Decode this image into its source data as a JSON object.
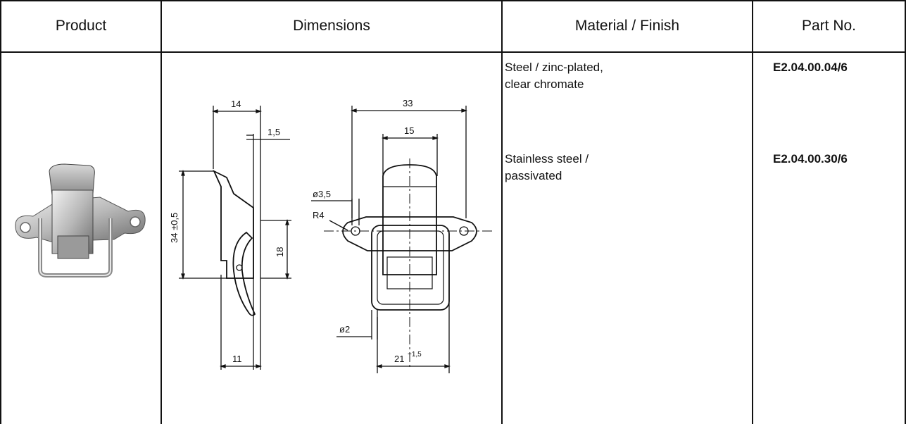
{
  "headers": {
    "product": "Product",
    "dimensions": "Dimensions",
    "material": "Material / Finish",
    "part_no": "Part No."
  },
  "rows": [
    {
      "material_lines": [
        "Steel / zinc-plated,",
        "clear chromate"
      ],
      "part_no": "E2.04.00.04/6"
    },
    {
      "material_lines": [
        "Stainless steel /",
        "passivated"
      ],
      "part_no": "E2.04.00.30/6"
    }
  ],
  "dimensions": {
    "side_top_width": "14",
    "side_thickness": "1,5",
    "side_height": "34 ±0,5",
    "side_hook_height": "18",
    "side_bottom_width": "11",
    "front_total_width": "33",
    "front_inner_width": "15",
    "front_hole_dia": "ø3,5",
    "front_radius": "R4",
    "front_wire_dia": "ø2",
    "front_bottom_width": "21",
    "front_bottom_tol": "+1,5"
  },
  "colors": {
    "line": "#111111",
    "metal_light": "#e6e6e6",
    "metal_mid": "#b8b8b8",
    "metal_dark": "#6e6e6e"
  }
}
